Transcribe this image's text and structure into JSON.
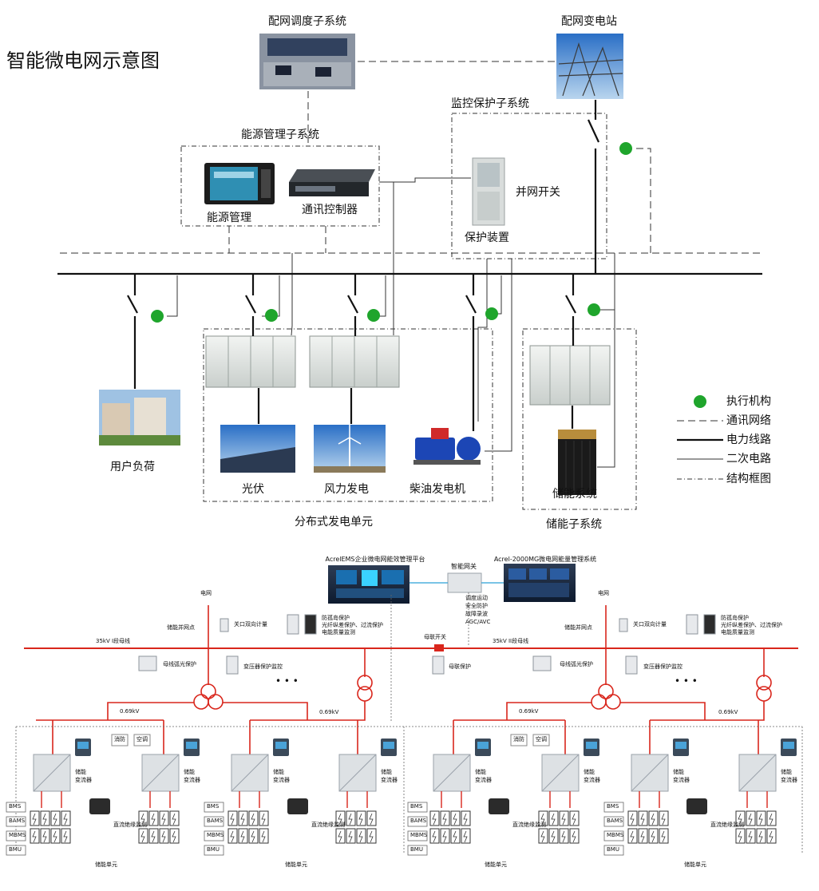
{
  "top": {
    "title": "智能微电网示意图",
    "dispatch": "配网调度子系统",
    "substation": "配网变电站",
    "monitor": "监控保护子系统",
    "energy_mgmt": "能源管理子系统",
    "energy_label": "能源管理",
    "comm_ctrl": "通讯控制器",
    "grid_switch": "并网开关",
    "protection": "保护装置",
    "user_load": "用户负荷",
    "pv": "光伏",
    "wind": "风力发电",
    "diesel": "柴油发电机",
    "dist_gen": "分布式发电单元",
    "storage_sys": "储能系统",
    "storage_sub": "储能子系统",
    "legend": [
      {
        "label": "执行机构"
      },
      {
        "label": "通讯网络"
      },
      {
        "label": "电力线路"
      },
      {
        "label": "二次电路"
      },
      {
        "label": "结构框图"
      }
    ]
  },
  "bottom": {
    "platform": "AcrelEMS企业微电网能效管理平台",
    "gateway": "智能网关",
    "mgmt": "Acrel-2000MG微电网能量管理系统",
    "functions": [
      "调度运动",
      "安全防护",
      "故障录波",
      "AGC/AVC"
    ],
    "grid": "电网",
    "grid_point": "储能并网点",
    "meter": "关口双向计量",
    "prot1": "防孤岛保护",
    "prot2": "光纤纵差保护、过流保护",
    "prot3": "电能质量监测",
    "bus_left": "35kV I段母线",
    "bus_right": "35kV II段母线",
    "bus_switch": "母联开关",
    "bus_prot": "母联保护",
    "arc_prot": "母线弧光保护",
    "trans_prot": "变压器保护监控",
    "dots": "• • •",
    "voltage": "0.69kV",
    "fire": "消防",
    "ac": "空调",
    "pcs1": "储能",
    "pcs2": "变流器",
    "dc_monitor": "直流绝缘监测",
    "bms": [
      "BMS",
      "BAMS",
      "MBMS",
      "BMU"
    ],
    "unit": "储能单元"
  },
  "colors": {
    "power": "#d9261c",
    "node": "#1fa52c",
    "line": "#111111"
  }
}
